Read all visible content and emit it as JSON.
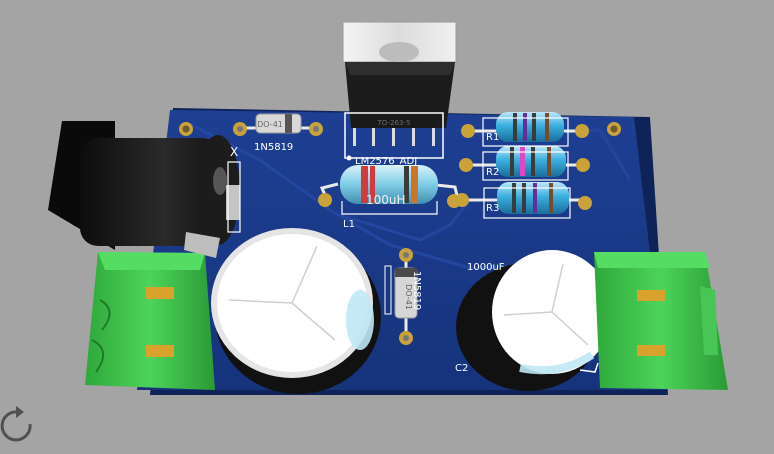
{
  "viewer": {
    "background_color": "#a4a4a4",
    "board_color": "#1a3a8c",
    "rotate_tool_icon": "rotate-icon"
  },
  "board": {
    "regulator": {
      "package_label": "TO-263-5",
      "part_label": "LM2576_ADJ"
    },
    "diodes": [
      {
        "refdes": "1N5819",
        "package": "DO-41"
      },
      {
        "refdes": "1N5819",
        "package": "DO-41"
      }
    ],
    "inductor": {
      "refdes": "L1",
      "value_label": "100uH"
    },
    "resistors": [
      "R1",
      "R2",
      "R3"
    ],
    "capacitors": [
      {
        "refdes": "C2",
        "value_label": "1000uF"
      }
    ],
    "partial_labels": {
      "power_jack_label": "X"
    }
  }
}
